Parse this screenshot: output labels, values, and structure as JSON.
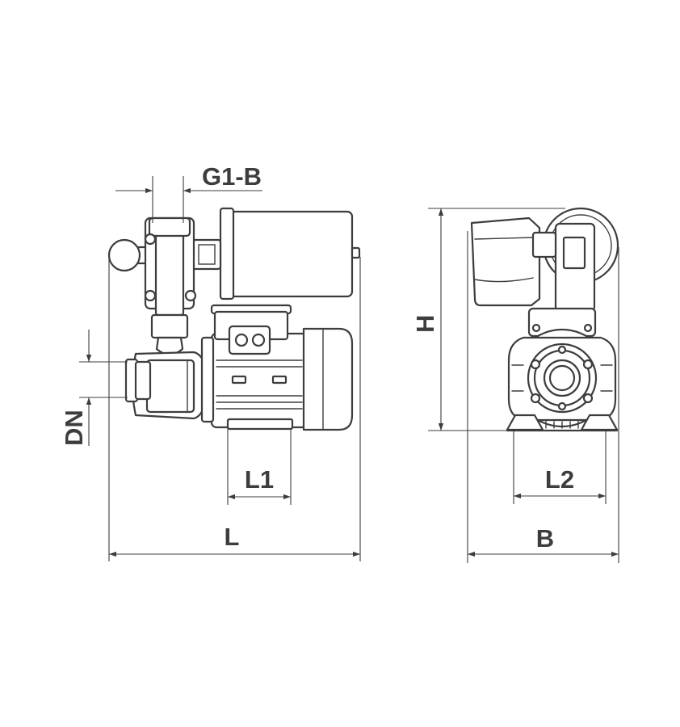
{
  "labels": {
    "g1b": "G1-B",
    "dn": "DN",
    "l1": "L1",
    "l": "L",
    "h": "H",
    "l2": "L2",
    "b": "B"
  },
  "colors": {
    "line": "#3d3d3d",
    "background": "#ffffff"
  }
}
